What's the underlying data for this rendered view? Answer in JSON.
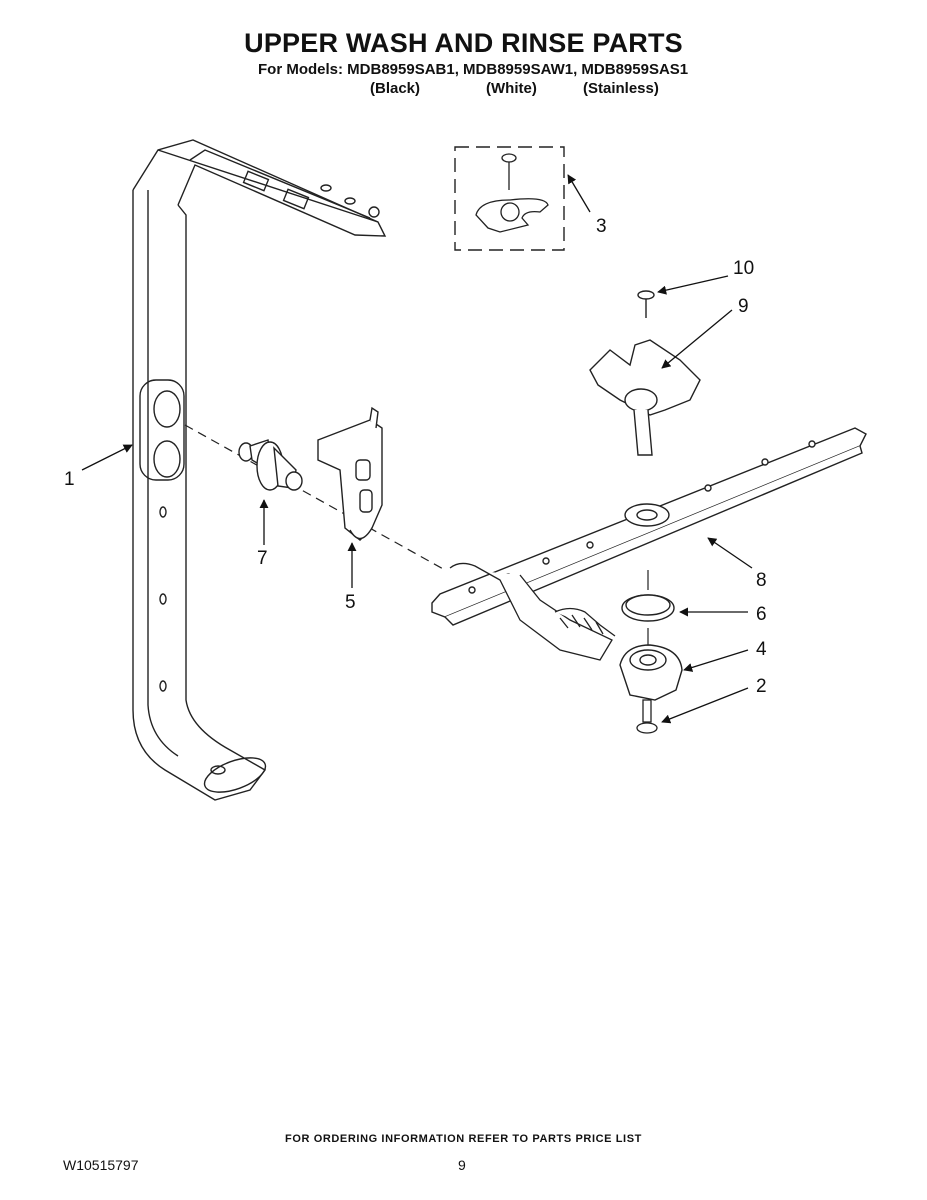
{
  "header": {
    "title": "UPPER WASH AND RINSE PARTS",
    "models_line": "For Models: MDB8959SAB1, MDB8959SAW1, MDB8959SAS1",
    "variants": [
      "(Black)",
      "(White)",
      "(Stainless)"
    ]
  },
  "callouts": [
    "1",
    "2",
    "3",
    "4",
    "5",
    "6",
    "7",
    "8",
    "9",
    "10"
  ],
  "footer": {
    "ordering_note": "FOR ORDERING INFORMATION REFER TO PARTS PRICE LIST",
    "doc_number": "W10515797",
    "page_number": "9"
  }
}
